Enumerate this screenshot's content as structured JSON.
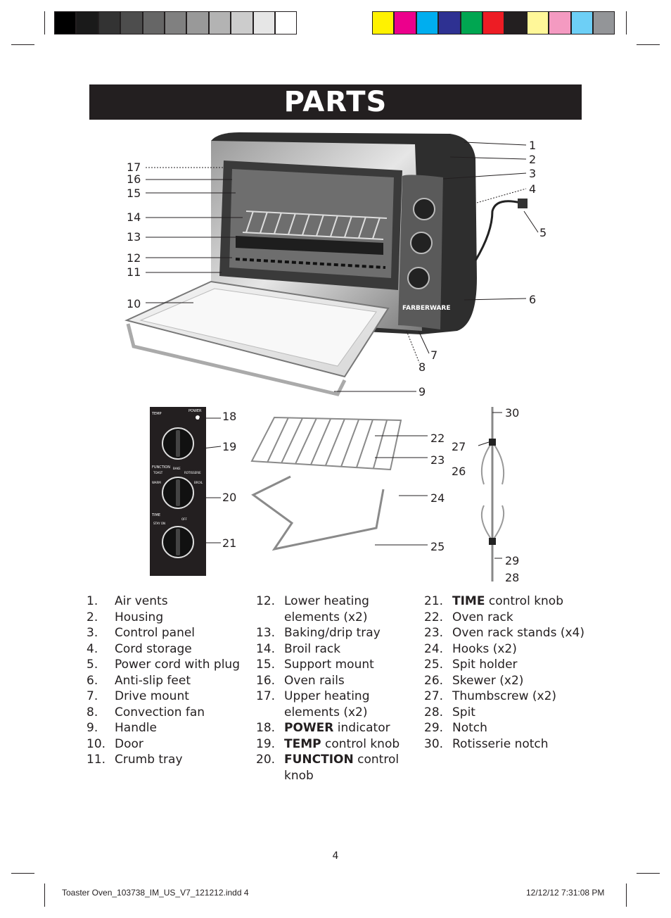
{
  "page": {
    "title": "PARTS",
    "page_number": "4",
    "footer_left": "Toaster Oven_103738_IM_US_V7_121212.indd   4",
    "footer_right": "12/12/12   7:31:08 PM"
  },
  "colors": {
    "gray_bar": [
      "#000000",
      "#1a1a1a",
      "#333333",
      "#4d4d4d",
      "#666666",
      "#808080",
      "#999999",
      "#b3b3b3",
      "#cccccc",
      "#e6e6e6",
      "#ffffff"
    ],
    "color_bar": [
      "#fff200",
      "#ec008c",
      "#00aeef",
      "#2e3192",
      "#00a651",
      "#ed1c24",
      "#231f20",
      "#fff799",
      "#f49ac1",
      "#6dcff6",
      "#939598"
    ],
    "title_bg": "#231f20"
  },
  "callouts": {
    "oven": [
      "1",
      "2",
      "3",
      "4",
      "5",
      "6",
      "7",
      "8",
      "9",
      "10",
      "11",
      "12",
      "13",
      "14",
      "15",
      "16",
      "17"
    ],
    "panel": [
      "18",
      "19",
      "20",
      "21"
    ],
    "rack": [
      "22",
      "23",
      "24",
      "25"
    ],
    "spit": [
      "26",
      "27",
      "28",
      "29",
      "30"
    ]
  },
  "diagram_text": {
    "brand": "FARBERWARE",
    "panel_labels": {
      "temp": "TEMP",
      "power": "POWER",
      "function": "FUNCTION",
      "time": "TIME",
      "toast": "TOAST",
      "bake": "BAKE",
      "rotisserie": "ROTISSERIE",
      "warm": "WARM",
      "broil": "BROIL",
      "stay_on": "STAY ON",
      "off": "OFF"
    }
  },
  "parts": {
    "col1": [
      {
        "n": "1.",
        "t": "Air vents"
      },
      {
        "n": "2.",
        "t": "Housing"
      },
      {
        "n": "3.",
        "t": "Control panel"
      },
      {
        "n": "4.",
        "t": "Cord storage"
      },
      {
        "n": "5.",
        "t": "Power cord with plug"
      },
      {
        "n": "6.",
        "t": "Anti-slip feet"
      },
      {
        "n": "7.",
        "t": "Drive mount"
      },
      {
        "n": "8.",
        "t": "Convection fan"
      },
      {
        "n": "9.",
        "t": "Handle"
      },
      {
        "n": "10.",
        "t": "Door"
      },
      {
        "n": "11.",
        "t": "Crumb tray"
      }
    ],
    "col2": [
      {
        "n": "12.",
        "t": "Lower heating elements (x2)"
      },
      {
        "n": "13.",
        "t": "Baking/drip tray"
      },
      {
        "n": "14.",
        "t": "Broil rack"
      },
      {
        "n": "15.",
        "t": "Support mount"
      },
      {
        "n": "16.",
        "t": "Oven rails"
      },
      {
        "n": "17.",
        "t": "Upper heating elements (x2)"
      },
      {
        "n": "18.",
        "b": "POWER",
        "t": "indicator"
      },
      {
        "n": "19.",
        "b": "TEMP",
        "t": "control knob"
      },
      {
        "n": "20.",
        "b": "FUNCTION",
        "t": "control knob"
      }
    ],
    "col3": [
      {
        "n": "21.",
        "b": "TIME",
        "t": "control knob"
      },
      {
        "n": "22.",
        "t": "Oven rack"
      },
      {
        "n": "23.",
        "t": "Oven rack stands (x4)"
      },
      {
        "n": "24.",
        "t": "Hooks (x2)"
      },
      {
        "n": "25.",
        "t": "Spit holder"
      },
      {
        "n": "26.",
        "t": "Skewer (x2)"
      },
      {
        "n": "27.",
        "t": "Thumbscrew (x2)"
      },
      {
        "n": "28.",
        "t": "Spit"
      },
      {
        "n": "29.",
        "t": "Notch"
      },
      {
        "n": "30.",
        "t": "Rotisserie notch"
      }
    ]
  }
}
